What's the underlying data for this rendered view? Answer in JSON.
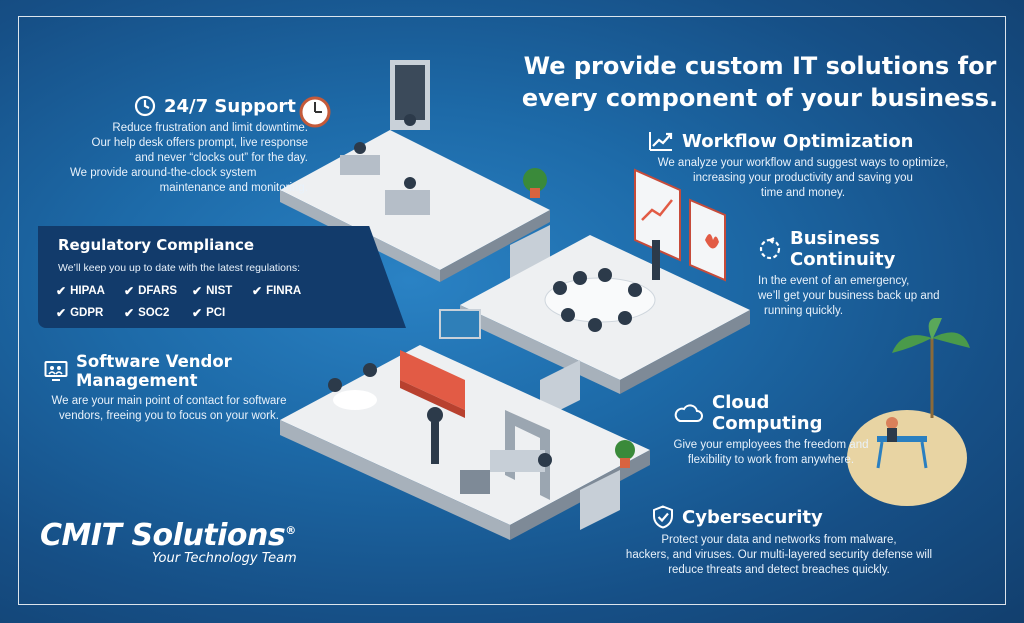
{
  "headline": "We provide custom IT solutions for every component of your business.",
  "support": {
    "title": "24/7 Support",
    "lines": [
      "Reduce frustration and limit downtime.",
      "Our help desk offers prompt, live response",
      "and never “clocks out” for the day.",
      "We provide around-the-clock system",
      "maintenance and monitoring."
    ]
  },
  "compliance": {
    "title": "Regulatory Compliance",
    "subtitle": "We’ll keep you up to date with the latest regulations:",
    "items": [
      "HIPAA",
      "DFARS",
      "NIST",
      "FINRA",
      "GDPR",
      "SOC2",
      "PCI"
    ]
  },
  "vendor": {
    "title": "Software Vendor Management",
    "lines": [
      "We are your main point of contact for software",
      "vendors, freeing you to focus on your work."
    ]
  },
  "workflow": {
    "title": "Workflow Optimization",
    "lines": [
      "We analyze your workflow and suggest ways to optimize,",
      "increasing your productivity and saving you",
      "time and money."
    ]
  },
  "continuity": {
    "title": "Business Continuity",
    "lines": [
      "In the event of an emergency,",
      "we’ll get your business back up and",
      "running quickly."
    ]
  },
  "cloud": {
    "title": "Cloud Computing",
    "lines": [
      "Give your employees the freedom and",
      "flexibility to work from anywhere."
    ]
  },
  "cyber": {
    "title": "Cybersecurity",
    "lines": [
      "Protect your data and networks from malware,",
      "hackers, and viruses. Our multi-layered security defense will",
      "reduce threats and detect breaches quickly."
    ]
  },
  "logo": {
    "name": "CMIT Solutions",
    "reg": "®",
    "tagline": "Your Technology Team"
  },
  "colors": {
    "background": "#1d6aa8",
    "banner": "#123b6b",
    "floor": "#e9ecef",
    "floor_side": "#9aa5b1",
    "accent_red": "#e25b45"
  },
  "icons": [
    "clock-icon",
    "trend-chart-icon",
    "refresh-cycle-icon",
    "cloud-icon",
    "shield-check-icon",
    "monitor-users-icon",
    "check-icon"
  ]
}
